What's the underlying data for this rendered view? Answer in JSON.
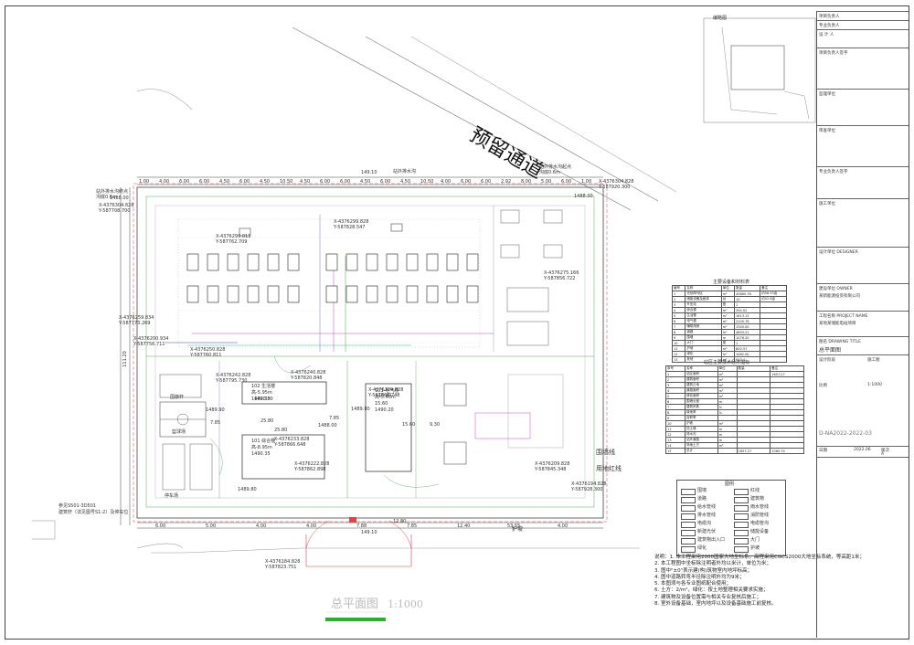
{
  "sheet": {
    "title": "总平面图",
    "scale": "1:1000",
    "reserved_passage": "预留通道",
    "keymap_label": "编略图"
  },
  "dimensions": {
    "top_total": "149.10",
    "bottom_total": "149.10",
    "left_total": "111.20",
    "top_segments": [
      "1.00",
      "4.00",
      "6.00",
      "6.00",
      "4.50",
      "6.00",
      "4.50",
      "10.50",
      "4.50",
      "6.00",
      "6.00",
      "4.50",
      "6.00",
      "4.50",
      "10.50",
      "4.00",
      "6.00",
      "6.00",
      "2.92",
      "8.00",
      "5.00",
      "6.00",
      "1.00"
    ],
    "bottom_segments": [
      "6.00",
      "5.00",
      "4.00",
      "4.00",
      "7.88",
      "7.85",
      "12.40",
      "53.55",
      "4.00"
    ],
    "inner": [
      "25.80",
      "25.80",
      "7.85",
      "7.85",
      "15.60",
      "9.30",
      "15.40",
      "12.80"
    ]
  },
  "site_labels": {
    "drain_top": "站外排水沟",
    "drain_top_left": "站外排水沟终点",
    "drain_top_right": "站外排水沟起点",
    "drain_width_a": "沟底0.6m",
    "drain_width_b": "沟底0.6m",
    "fence_line": "围墙线",
    "red_line": "用地红线",
    "slope_guard": "护坡",
    "basketball": "篮球场",
    "parking": "停车场",
    "flag": "国旗杆",
    "garage_note": "建筑轩（详见图号S1-2）及停车位",
    "garage_ref": "参见S501-3D501"
  },
  "buildings": [
    {
      "id": "b1",
      "lines": [
        "101 综合楼",
        "高-5.95m",
        "1490.30"
      ]
    },
    {
      "id": "b2",
      "lines": [
        "101 综合楼",
        "高-8.95m",
        "1490.35"
      ]
    },
    {
      "id": "b3",
      "lines": [
        "102 生活楼",
        "高-5.95m",
        "1490.30"
      ]
    },
    {
      "id": "b4",
      "lines": [
        "103-电气楼",
        "高-5.40m",
        "15.60",
        "1490.20"
      ]
    }
  ],
  "elevations": [
    "1488.00",
    "1490.30",
    "1489.90",
    "1488.00",
    "1489.80",
    "1488.00",
    "1489.80"
  ],
  "coordinates": [
    "X-4376304.828",
    "Y-587708.700",
    "X-4376304.828",
    "Y-587920.300",
    "X-4376299.011",
    "Y-587762.709",
    "X-4376299.828",
    "Y-587828.547",
    "X-4376259.834",
    "Y-587773.269",
    "X-4376275.166",
    "Y-587856.722",
    "X-4376200.934",
    "Y-587756.711",
    "X-4376250.828",
    "Y-587760.811",
    "X-4376242.828",
    "Y-587795.730",
    "X-4376240.828",
    "Y-587820.848",
    "X-4376229.828",
    "Y-587860.748",
    "X-4376233.828",
    "Y-587866.648",
    "X-4376222.828",
    "Y-587862.898",
    "X-4376209.828",
    "Y-587845.348",
    "X-4376194.828",
    "Y-587928.300",
    "X-4376184.828",
    "Y-587823.751"
  ],
  "equipment_table": {
    "title": "主要设备和材料表",
    "header": [
      "编号",
      "名称",
      "单位",
      "数量",
      "备注"
    ],
    "rows": [
      [
        "1",
        "光伏阵列区",
        "m²",
        "40860.78",
        "约58.53亩"
      ],
      [
        "2",
        "储能设备及舱体",
        "台",
        "10",
        "约52.8亩"
      ],
      [
        "3",
        "升压站",
        "座",
        "1",
        ""
      ],
      [
        "4",
        "综合楼",
        "m²",
        "394.52",
        ""
      ],
      [
        "5",
        "生活楼",
        "m²",
        "1613.13",
        ""
      ],
      [
        "6",
        "电气楼",
        "m²",
        "2100.76",
        ""
      ],
      [
        "7",
        "辅助用房",
        "m²",
        "1340.00",
        ""
      ],
      [
        "8",
        "道路",
        "m²",
        "4893.21",
        ""
      ],
      [
        "9",
        "围墙",
        "m",
        "1076.20",
        ""
      ],
      [
        "10",
        "大门",
        "座",
        "1",
        ""
      ],
      [
        "11",
        "护坡",
        "m²",
        "800.57",
        ""
      ],
      [
        "12",
        "绿化",
        "m²",
        "1062.00",
        ""
      ],
      [
        "13",
        "其他",
        "m²",
        "543.4",
        ""
      ]
    ]
  },
  "index_table": {
    "title": "站区主要技术经济指标",
    "header": [
      "序号",
      "名称",
      "单位",
      "数量",
      "备注"
    ],
    "rows": [
      [
        "1",
        "站区面积",
        "m²",
        "",
        "1657.27"
      ],
      [
        "2",
        "建筑面积",
        "m²",
        "",
        ""
      ],
      [
        "3",
        "建筑占地",
        "m²",
        "",
        ""
      ],
      [
        "4",
        "道路面积",
        "m²",
        "",
        ""
      ],
      [
        "5",
        "绿化面积",
        "m²",
        "",
        ""
      ],
      [
        "6",
        "围墙长度",
        "m",
        "",
        ""
      ],
      [
        "7",
        "建筑系数",
        "%",
        "",
        ""
      ],
      [
        "8",
        "绿地率",
        "%",
        "",
        ""
      ],
      [
        "9",
        "容积率",
        "",
        "",
        ""
      ],
      [
        "10",
        "护坡",
        "m²",
        "",
        ""
      ],
      [
        "11",
        "挡土墙",
        "m",
        "",
        ""
      ],
      [
        "12",
        "排水沟",
        "m",
        "",
        ""
      ],
      [
        "13",
        "站外道路",
        "m",
        "",
        ""
      ],
      [
        "14",
        "场地土方",
        "m³",
        "",
        ""
      ],
      [
        "15",
        "总计",
        "",
        "1657.27",
        "1060.74"
      ]
    ]
  },
  "legend": {
    "title": "图例",
    "items": [
      [
        "围墙",
        ""
      ],
      [
        "红线",
        ""
      ],
      [
        "道路",
        ""
      ],
      [
        "建筑物",
        ""
      ],
      [
        "给水管线",
        ""
      ],
      [
        "雨水管线",
        ""
      ],
      [
        "排水管线",
        ""
      ],
      [
        "消防管线",
        ""
      ],
      [
        "电缆沟",
        ""
      ],
      [
        "电缆管沟",
        ""
      ],
      [
        "新建光伏",
        ""
      ],
      [
        "储能设备",
        ""
      ],
      [
        "建筑物出入口",
        ""
      ],
      [
        "大门",
        ""
      ],
      [
        "绿化",
        ""
      ],
      [
        "护坡",
        ""
      ]
    ]
  },
  "notes": [
    "说明：1. 本工程采用2000国家大地坐标系，高程采用CGCS2000大地坐标系统，等高距1米；",
    "2. 本工程图中坐标除注明者外均以米计，单位为米；",
    "3. 图中\"±0\"表示建(构)筑物室内地坪标高；",
    "4. 图中道路转弯半径除注明外均为9米；",
    "5. 本图须与各专业图纸配合使用；",
    "6. 土方：2/m²，绿化：按土地整理相关要求实施；",
    "7. 建筑物及设备位置需与相关专业复核后施工；",
    "8. 室外设备基础，室内地坪以及设备基础施工前复核。"
  ],
  "title_block": {
    "rows": [
      "项目负责人",
      "专业负责人",
      "设 计 人",
      "项目负责人签字",
      "监理单位",
      "审查单位",
      "专业负责人签字",
      "施工单位"
    ],
    "designer_label": "设计单位 DESIGNER",
    "owner_label": "建设单位 OWNER",
    "owner_value": "某新能源投资有限公司",
    "project_label": "工程名称 PROJECT NAME",
    "project_value": "某地某储能电站项目",
    "drawing_title_label": "图名 DRAWING TITLE",
    "drawing_title_value": "总平面图",
    "phase_label": "设计阶段",
    "phase_value": "施工图",
    "drawing_no": "D-NA2022-2022-03",
    "scale_label": "比例",
    "scale_value": "1:1000",
    "date_label": "日期",
    "date_value": "2022.06",
    "version_label": "版次",
    "version_value": "A"
  }
}
